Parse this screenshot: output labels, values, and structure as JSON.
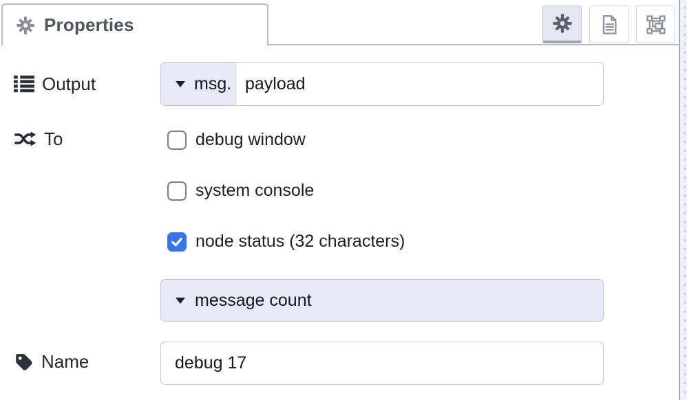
{
  "tab": {
    "label": "Properties",
    "icon": "gear-icon"
  },
  "toolbar": {
    "buttons": [
      {
        "id": "properties",
        "icon": "gear-icon",
        "active": true
      },
      {
        "id": "description",
        "icon": "document-icon",
        "active": false
      },
      {
        "id": "appearance",
        "icon": "appearance-icon",
        "active": false
      }
    ]
  },
  "form": {
    "output": {
      "label": "Output",
      "icon": "list-icon",
      "prefix": "msg.",
      "value": "payload"
    },
    "to": {
      "label": "To",
      "icon": "shuffle-icon",
      "options": [
        {
          "label": "debug window",
          "checked": false
        },
        {
          "label": "system console",
          "checked": false
        },
        {
          "label": "node status (32 characters)",
          "checked": true
        }
      ],
      "status_display": {
        "value": "message count"
      }
    },
    "name": {
      "label": "Name",
      "icon": "tag-icon",
      "value": "debug 17"
    }
  },
  "colors": {
    "checkbox_accent": "#3575f0",
    "typed_input_bg": "#e7e9f4",
    "field_border": "#c3c5cf",
    "tab_border": "#b9bbc3",
    "tab_text": "#4e565e"
  }
}
